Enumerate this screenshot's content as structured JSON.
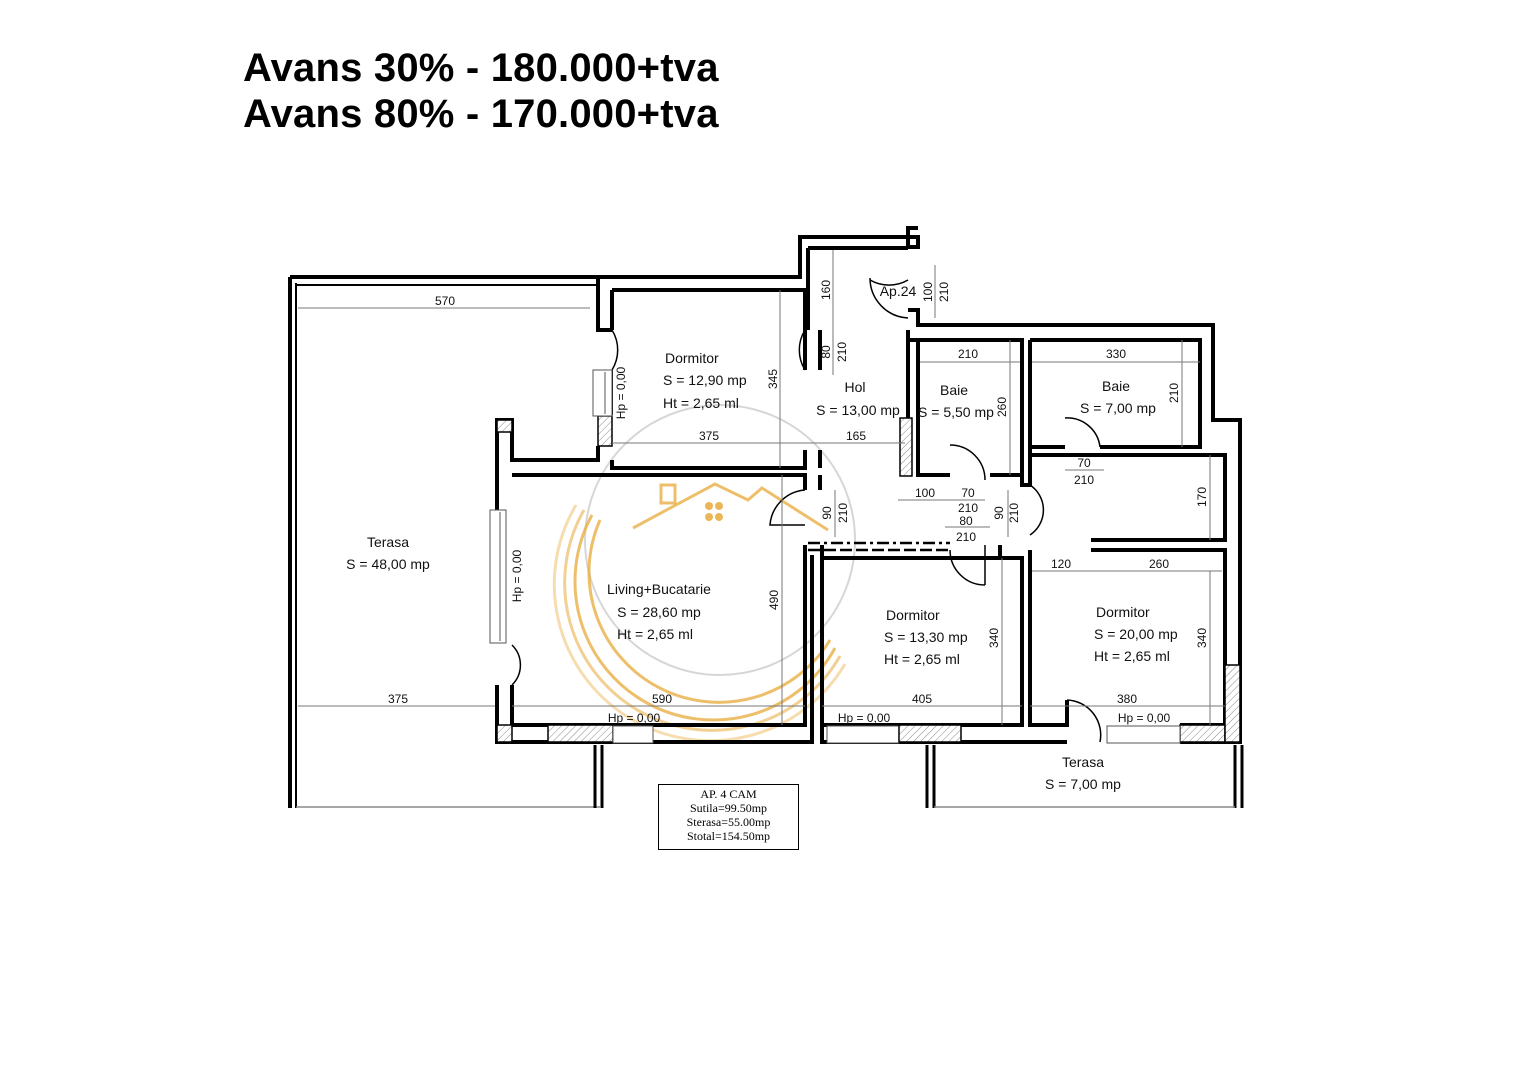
{
  "header": {
    "line1": "Avans 30% - 180.000+tva",
    "line2": "Avans 80% - 170.000+tva"
  },
  "rooms": {
    "terasa_large": {
      "name": "Terasa",
      "area": "S = 48,00 mp"
    },
    "dormitor1": {
      "name": "Dormitor",
      "area": "S = 12,90 mp",
      "height": "Ht = 2,65 ml"
    },
    "hol": {
      "name": "Hol",
      "area": "S = 13,00 mp"
    },
    "baie1": {
      "name": "Baie",
      "area": "S = 5,50 mp"
    },
    "baie2": {
      "name": "Baie",
      "area": "S = 7,00 mp"
    },
    "living": {
      "name": "Living+Bucatarie",
      "area": "S = 28,60 mp",
      "height": "Ht = 2,65 ml"
    },
    "dormitor2": {
      "name": "Dormitor",
      "area": "S = 13,30 mp",
      "height": "Ht = 2,65 ml"
    },
    "dormitor3": {
      "name": "Dormitor",
      "area": "S = 20,00 mp",
      "height": "Ht = 2,65 ml"
    },
    "terasa_small": {
      "name": "Terasa",
      "area": "S = 7,00 mp"
    }
  },
  "entrance_label": "Ap.24",
  "window_labels": {
    "hp": "Hp = 0,00"
  },
  "dimensions": {
    "terasa_top": "570",
    "terasa_bottom": "375",
    "dormitor1_width": "375",
    "dormitor1_height": "345",
    "hol_width": "165",
    "hol_160": "160",
    "hol_80": "80",
    "hol_210": "210",
    "entry_100": "100",
    "entry_210": "210",
    "baie1_width": "210",
    "baie1_height": "260",
    "baie2_width": "330",
    "baie2_height": "210",
    "door_70a": "70",
    "door_210a": "210",
    "hall2_170": "170",
    "hall_100": "100",
    "hall_70": "70",
    "hall_210a": "210",
    "hall_80": "80",
    "hall_210b": "210",
    "door_90a": "90",
    "door_210c": "210",
    "door_90b": "90",
    "door_210d": "210",
    "dorm3_120": "120",
    "dorm3_260": "260",
    "living_width": "590",
    "living_height": "490",
    "dorm2_width": "405",
    "dorm2_height": "340",
    "dorm3_width": "380",
    "dorm3_height": "340"
  },
  "summary": {
    "title": "AP. 4 CAM",
    "sutila": "Sutila=99.50mp",
    "sterasa": "Sterasa=55.00mp",
    "stotal": "Stotal=154.50mp"
  },
  "watermark": {
    "color": "#e8a93a"
  }
}
